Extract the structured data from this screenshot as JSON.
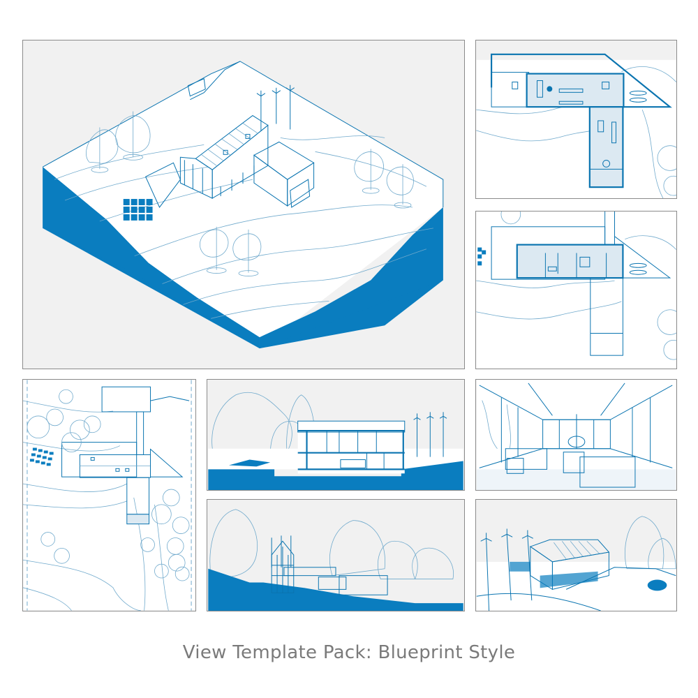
{
  "caption": "View Template Pack: Blueprint Style",
  "colors": {
    "accent_blue": "#0a7dbf",
    "line_blue": "#0a74b0",
    "light_line_blue": "#6fa9cc",
    "room_fill": "#dce9f2",
    "panel_bg": "#f1f1f1",
    "panel_border": "#8a8a8a",
    "caption_text": "#7a7a7a"
  },
  "views": [
    {
      "id": "axonometric-site",
      "type": "3D isometric site view",
      "elements": [
        "house",
        "wind-turbines",
        "solar-panels",
        "trees",
        "terrain-contours",
        "terrain-section"
      ]
    },
    {
      "id": "ground-floor-plan",
      "type": "floor plan",
      "elements": [
        "dining-table",
        "kitchen-island",
        "bathroom",
        "living-area",
        "terrace"
      ]
    },
    {
      "id": "upper-floor-plan",
      "type": "floor plan",
      "elements": [
        "bedrooms",
        "bathrooms",
        "stair",
        "roof-terrace"
      ]
    },
    {
      "id": "site-plan",
      "type": "site plan",
      "elements": [
        "roof",
        "skylights",
        "solar-array",
        "trees",
        "contours",
        "property-line"
      ]
    },
    {
      "id": "building-section",
      "type": "section",
      "elements": [
        "two-storey-section",
        "wind-turbines",
        "trees",
        "ground-poche"
      ]
    },
    {
      "id": "interior-perspective",
      "type": "interior perspective",
      "elements": [
        "track-lights",
        "fireplace",
        "sofas",
        "lounge-chairs",
        "glazing"
      ]
    },
    {
      "id": "site-elevation",
      "type": "elevation",
      "elements": [
        "gable-facade",
        "wind-turbines",
        "trees",
        "ground-poche"
      ]
    },
    {
      "id": "exterior-perspective",
      "type": "exterior perspective",
      "elements": [
        "house",
        "wind-turbines",
        "deck",
        "trees",
        "car"
      ]
    }
  ]
}
